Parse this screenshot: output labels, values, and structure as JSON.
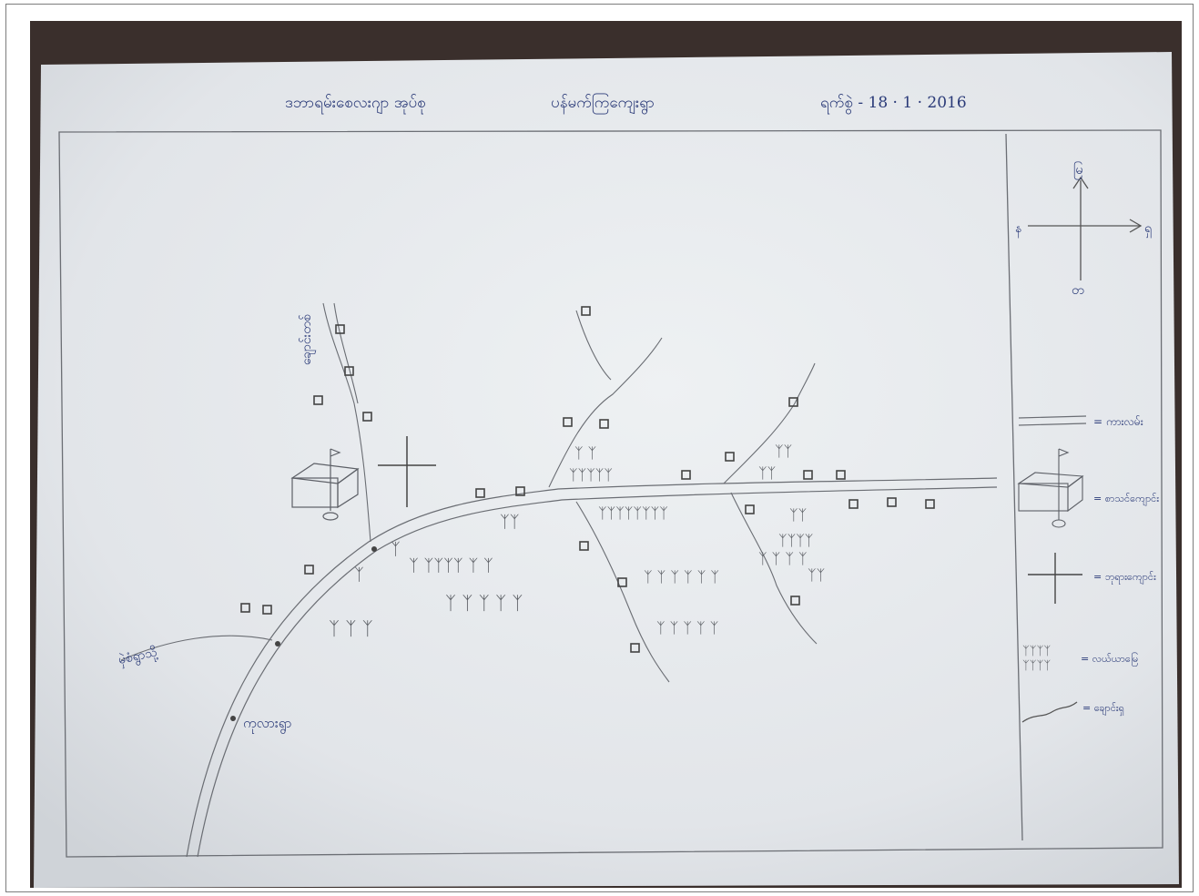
{
  "header": {
    "left": "ဒဘာရမ်းစေလးဂျာ အုပ်စု",
    "center": "ပန်မက်ကြကျေးရွာ",
    "date": "ရက်စွဲ - 18 · 1 · 2016"
  },
  "compass": {
    "north": "မြ",
    "east": "ရှ",
    "west": "န",
    "south": "တ"
  },
  "places": {
    "stream_name": "ချောင်းတစ်",
    "road_to_left": "မှဲစံရွာသို့",
    "village_bottom": "ကုလားရွာ"
  },
  "legend": {
    "road": "= ကားလမ်း",
    "school": "= စာသင်ကျောင်း",
    "church": "= ဘုရားကျောင်း",
    "farm": "= လယ်ယာမြေ",
    "stream": "= ချောင်းရှ"
  },
  "colors": {
    "paper": "#e9ecef",
    "pencil": "#5c5f66",
    "ink": "#2a3a78",
    "background": "#3a2f2c"
  }
}
